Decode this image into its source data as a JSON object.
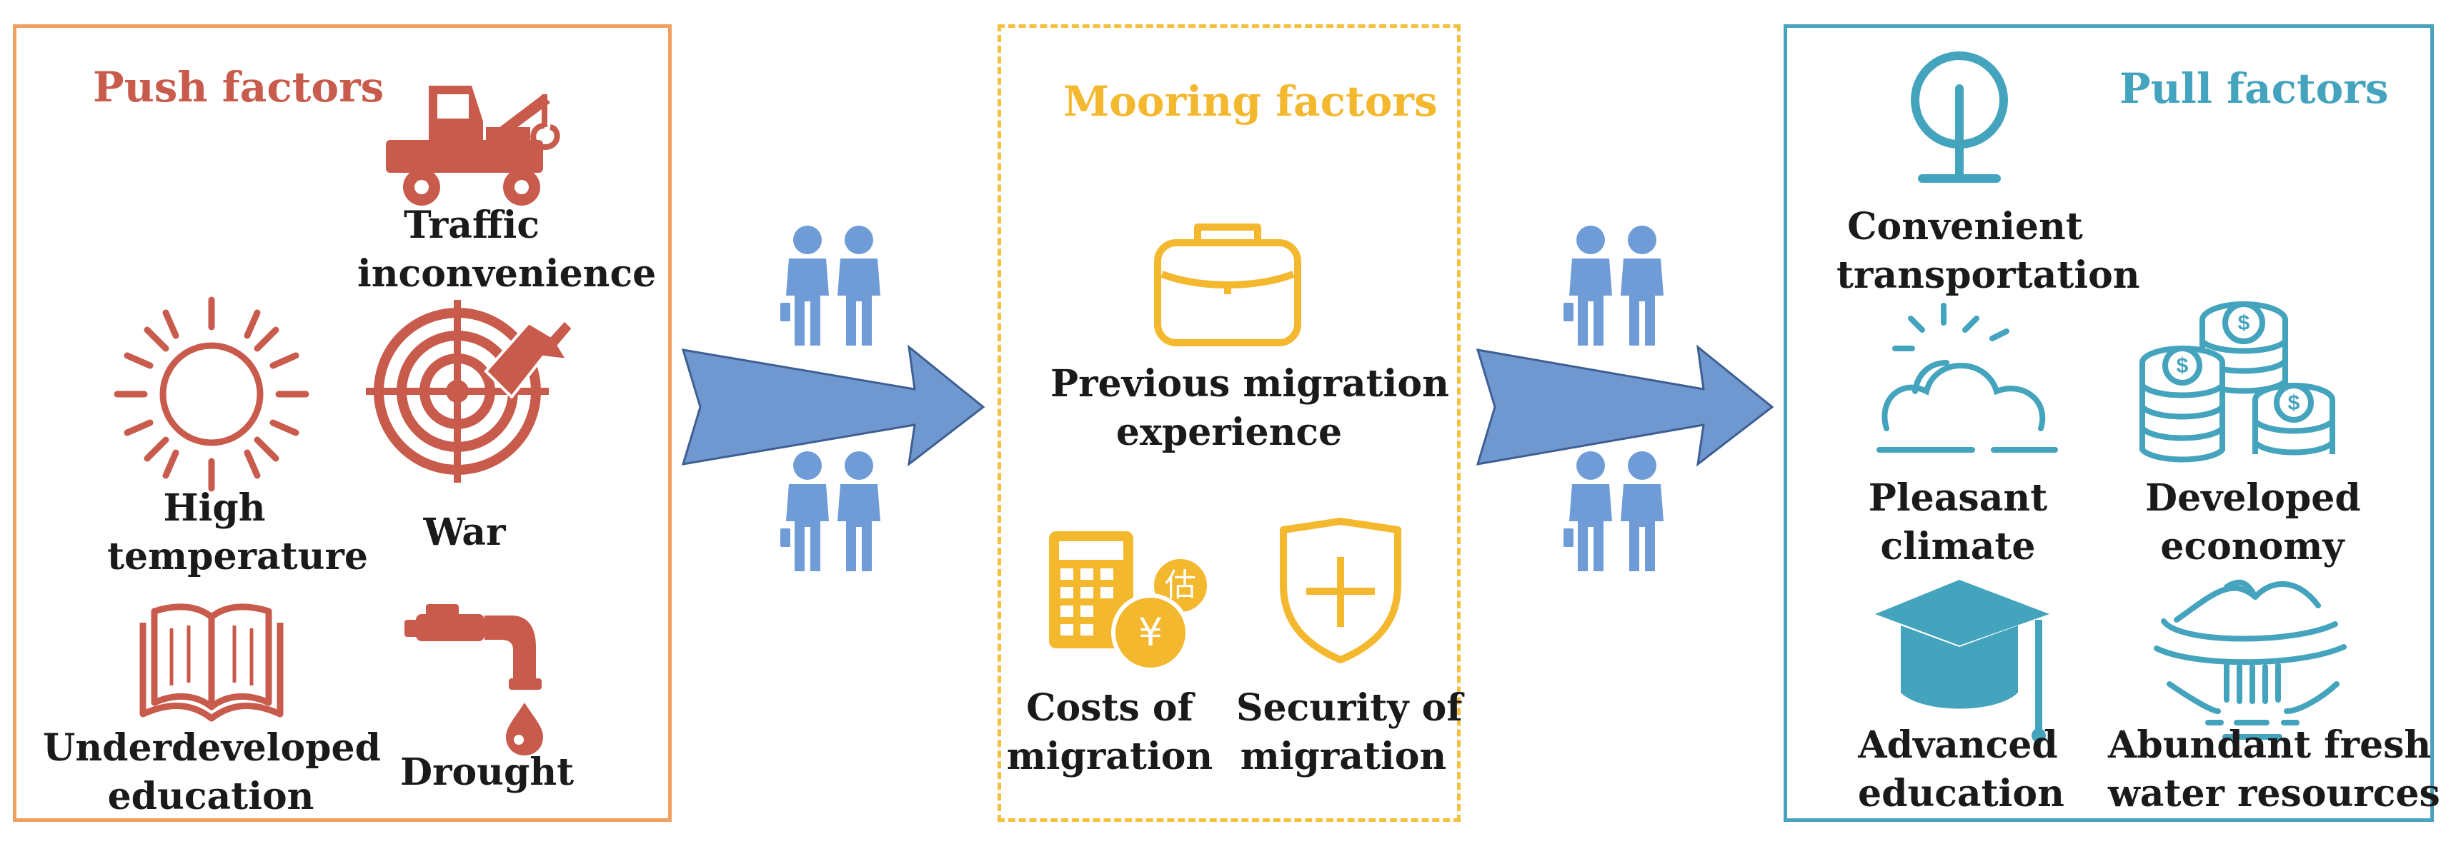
{
  "colors": {
    "push": "#c85b4c",
    "mooring": "#f4b82e",
    "pull": "#44a3bd",
    "arrow": "#7098d0",
    "people": "#6f9bd6"
  },
  "push": {
    "title": "Push factors",
    "traffic": {
      "line1": "Traffic",
      "line2": "inconvenience",
      "icon": "tow-truck-icon"
    },
    "high_temp": {
      "line1": "High",
      "line2": "temperature",
      "icon": "sun-icon"
    },
    "war": {
      "line1": "War",
      "icon": "target-gun-icon"
    },
    "education": {
      "line1": "Underdeveloped",
      "line2": "education",
      "icon": "open-book-icon"
    },
    "drought": {
      "line1": "Drought",
      "icon": "faucet-drop-icon"
    }
  },
  "mooring": {
    "title": "Mooring factors",
    "experience": {
      "line1": "Previous migration",
      "line2": "experience",
      "icon": "briefcase-icon"
    },
    "costs": {
      "line1": "Costs of",
      "line2": "migration",
      "icon": "calculator-yen-icon",
      "glyph_char": "估",
      "glyph_currency": "¥"
    },
    "security": {
      "line1": "Security of",
      "line2": "migration",
      "icon": "shield-plus-icon"
    }
  },
  "pull": {
    "title": "Pull factors",
    "transport": {
      "line1": "Convenient",
      "line2": "transportation",
      "icon": "road-sign-icon"
    },
    "climate": {
      "line1": "Pleasant",
      "line2": "climate",
      "icon": "sun-cloud-icon"
    },
    "economy": {
      "line1": "Developed",
      "line2": "economy",
      "icon": "coin-stacks-icon",
      "coin_symbol": "$"
    },
    "education": {
      "line1": "Advanced",
      "line2": "education",
      "icon": "graduation-cap-icon"
    },
    "water": {
      "line1": "Abundant fresh",
      "line2": "water resources",
      "icon": "water-mountain-icon"
    }
  }
}
